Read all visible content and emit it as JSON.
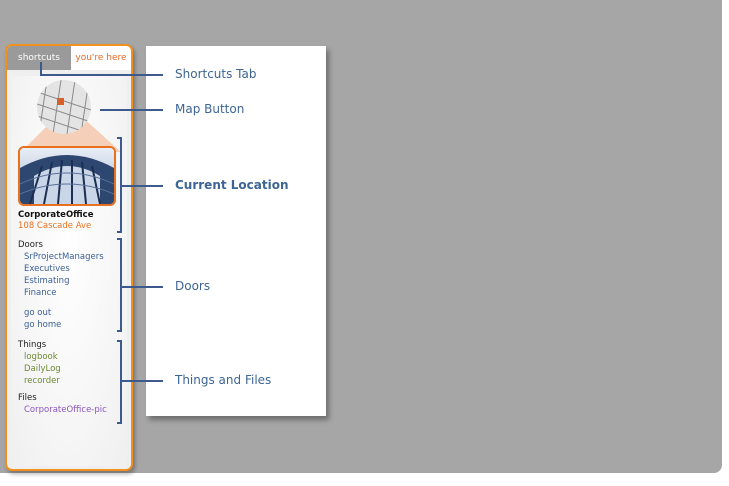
{
  "panel": {
    "tabs": {
      "shortcuts": "shortcuts",
      "you_are_here": "you're here"
    },
    "location": {
      "name": "CorporateOffice",
      "address": "108 Cascade Ave"
    },
    "doors": {
      "heading": "Doors",
      "items": [
        "SrProjectManagers",
        "Executives",
        "Estimating",
        "Finance"
      ],
      "actions": [
        "go out",
        "go home"
      ]
    },
    "things": {
      "heading": "Things",
      "items": [
        "logbook",
        "DailyLog",
        "recorder"
      ]
    },
    "files": {
      "heading": "Files",
      "items": [
        "CorporateOffice-pic"
      ]
    }
  },
  "callouts": {
    "shortcuts_tab": "Shortcuts Tab",
    "map_button": "Map Button",
    "current_location": "Current Location",
    "doors": "Doors",
    "things_and_files": "Things and Files"
  },
  "colors": {
    "panel_border": "#f0901e",
    "link_door": "#3a5f97",
    "link_thing": "#6d8a33",
    "link_file": "#8a55c2",
    "callout_text": "#3d6594",
    "background": "#a6a6a6"
  }
}
